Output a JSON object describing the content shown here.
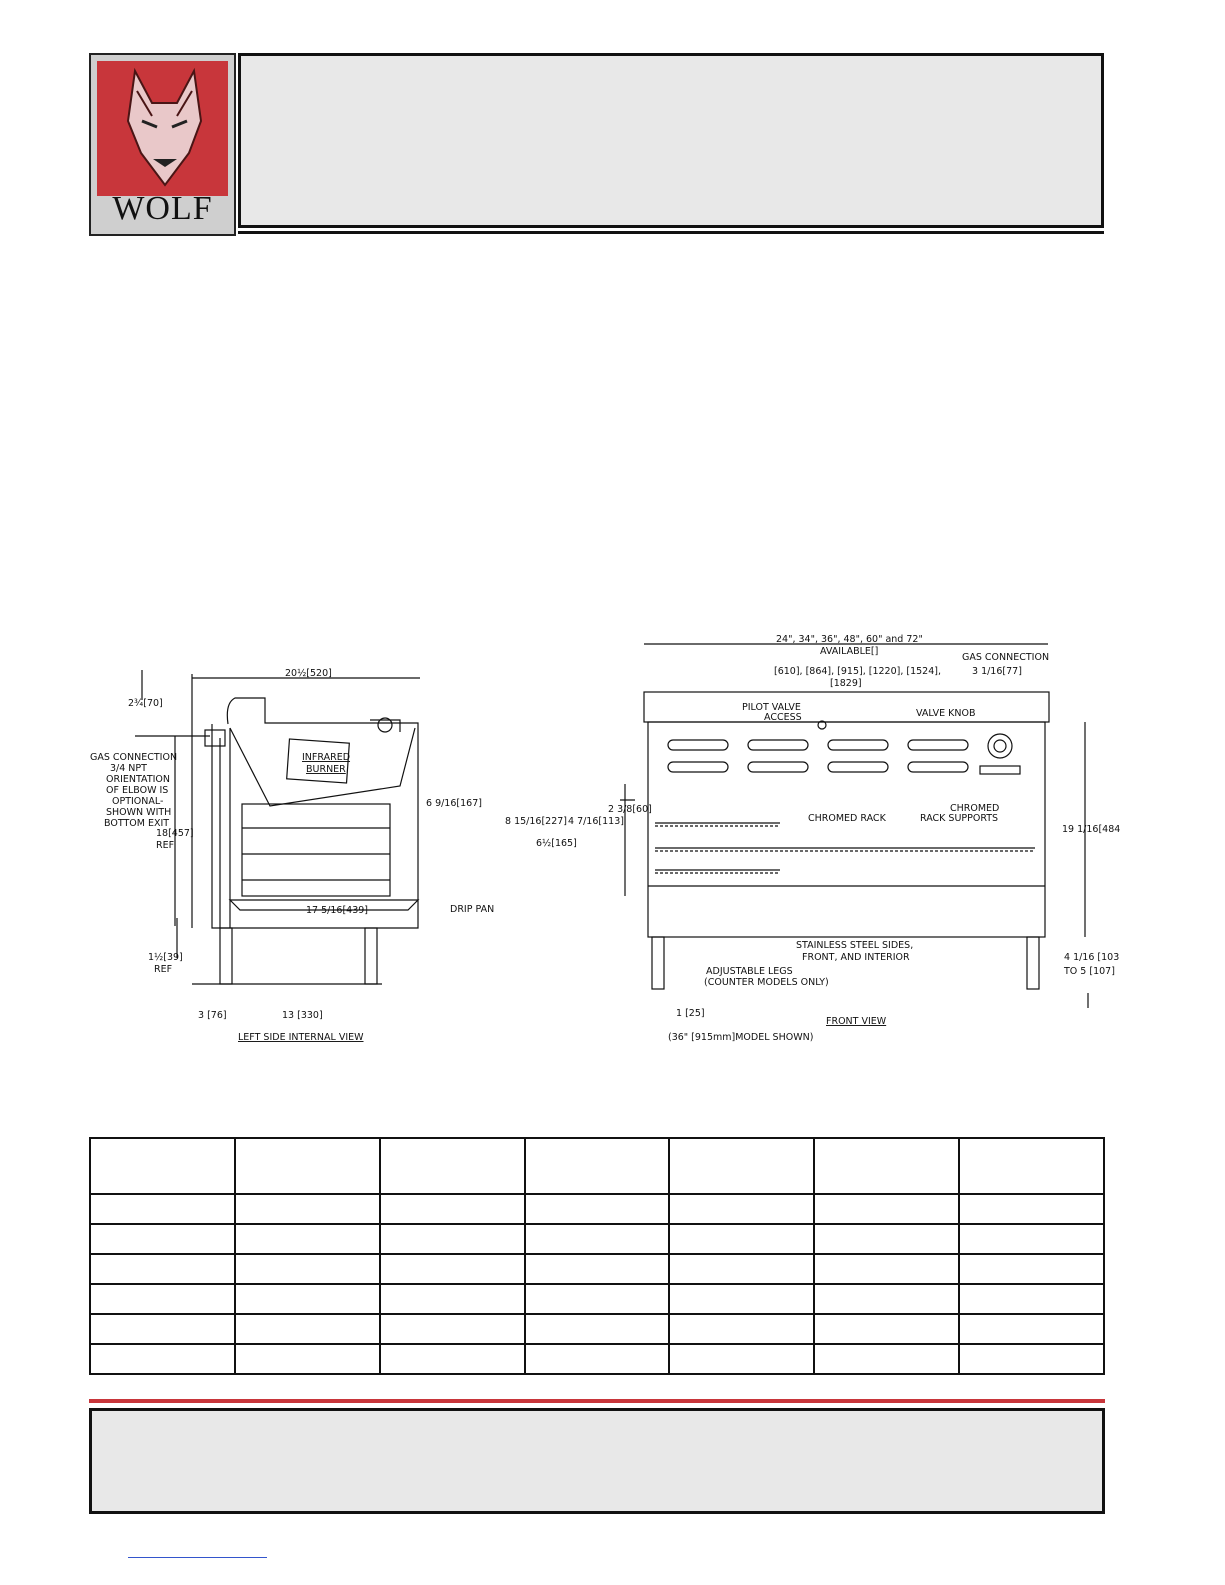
{
  "logo": {
    "brand": "WOLF",
    "icon": "wolf-head-icon",
    "colors": {
      "red": "#c8363b",
      "gray": "#cfcfcf"
    }
  },
  "side_view": {
    "title": "LEFT SIDE INTERNAL VIEW",
    "labels": {
      "width_top": "20½[520]",
      "top_offset": "2¾[70]",
      "gas_connection": [
        "GAS CONNECTION",
        "3/4 NPT",
        "ORIENTATION",
        "OF ELBOW IS",
        "OPTIONAL-",
        "SHOWN WITH",
        "BOTTOM EXIT"
      ],
      "burner": [
        "INFRARED",
        "BURNER"
      ],
      "burner_drop": "6 9/16[167]",
      "height_ref": [
        "18[457]",
        "REF"
      ],
      "pan_width": "17 5/16[439]",
      "drip_pan": "DRIP PAN",
      "leg_ref": [
        "1½[39]",
        "REF"
      ],
      "leg_offset": "3 [76]",
      "leg_spacing": "13 [330]"
    }
  },
  "front_view": {
    "title": "FRONT VIEW",
    "subtitle": "(36\" [915mm]MODEL SHOWN)",
    "labels": {
      "widths": "24\", 34\", 36\", 48\", 60\" and 72\"",
      "available": "AVAILABLE[]",
      "widths_mm": "[610], [864], [915], [1220], [1524],",
      "widths_mm2": "[1829]",
      "gas_connection": "GAS CONNECTION",
      "gas_offset": "3 1/16[77]",
      "pilot_valve": [
        "PILOT VALVE",
        "ACCESS"
      ],
      "valve_knob": "VALVE KNOB",
      "rack_gap": "2 3/8[60]",
      "rack_pitch": "4 7/16[113]",
      "rack_span": "8 15/16[227]",
      "rack_lower": "6½[165]",
      "chromed_rack": "CHROMED RACK",
      "rack_supports": [
        "CHROMED",
        "RACK SUPPORTS"
      ],
      "height": "19 1/16[484]",
      "materials": [
        "STAINLESS STEEL SIDES,",
        "FRONT, AND INTERIOR"
      ],
      "legs": [
        "ADJUSTABLE LEGS",
        "(COUNTER MODELS ONLY)"
      ],
      "leg_height": [
        "4 1/16 [103]",
        "TO 5 [107]"
      ],
      "side_offset": "1 [25]"
    }
  },
  "table": {
    "columns": 7,
    "rows": 6
  }
}
